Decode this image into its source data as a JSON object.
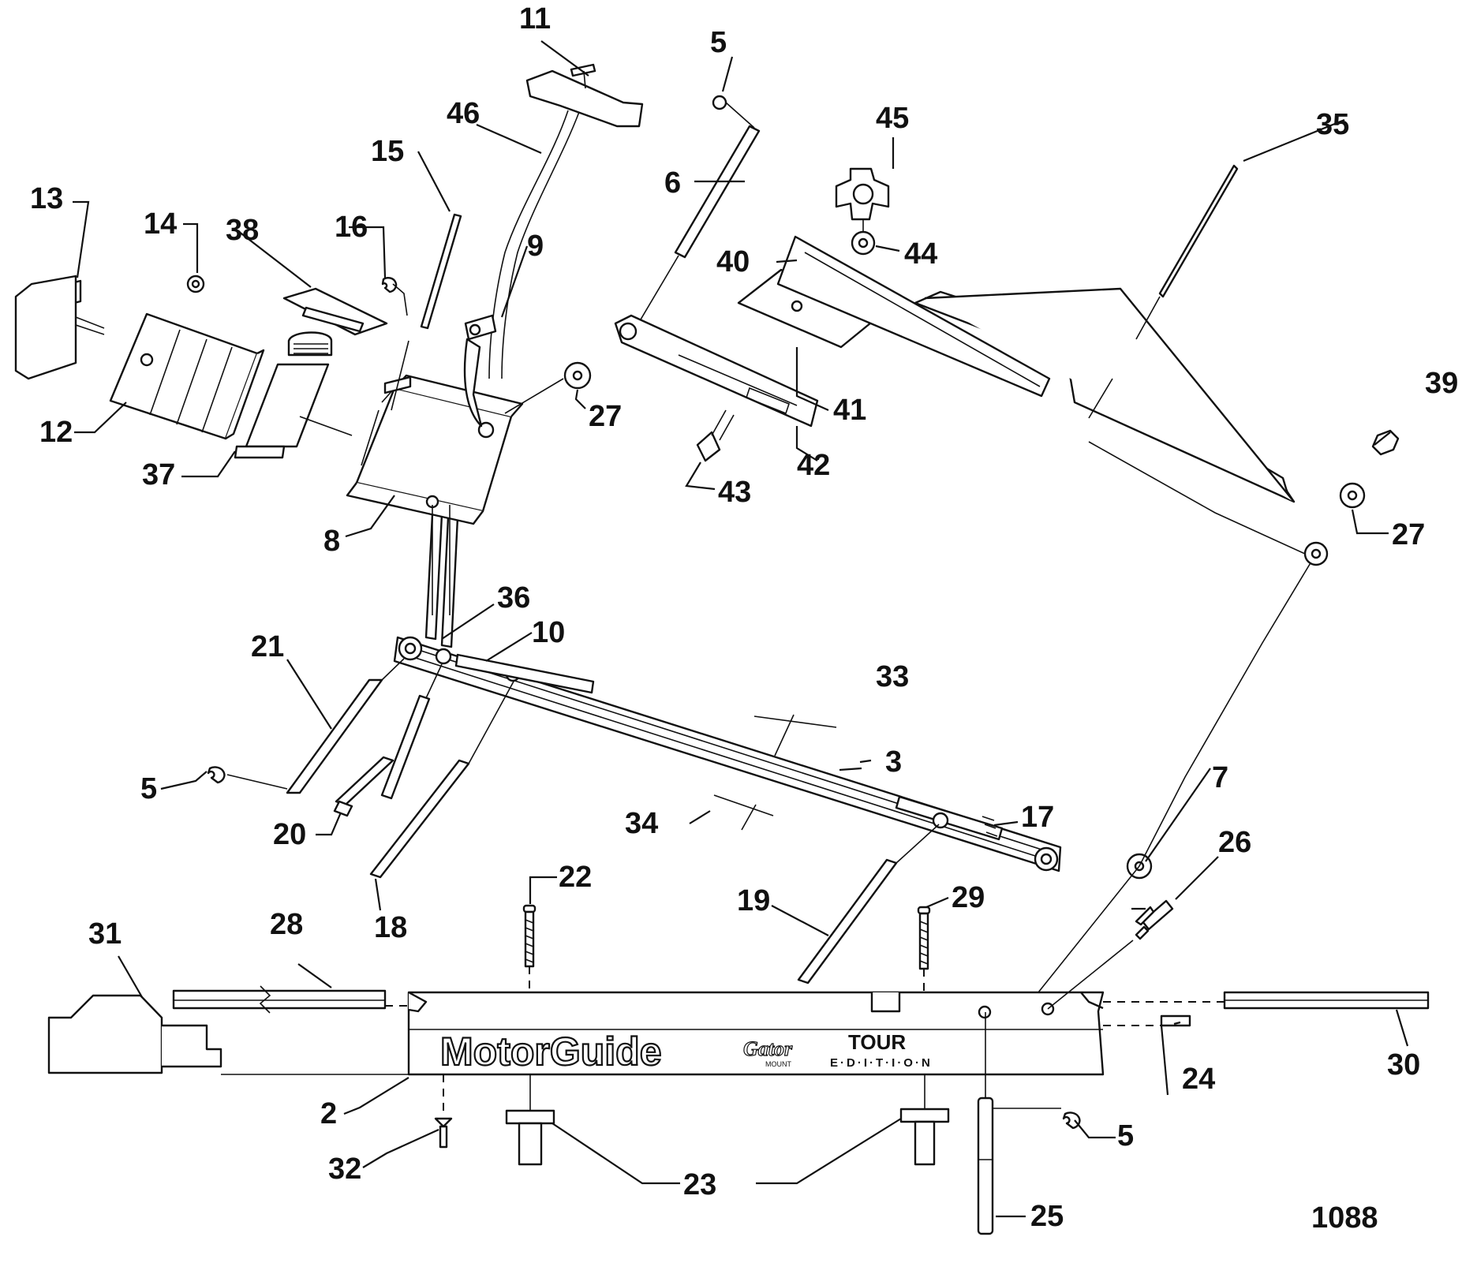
{
  "brand": {
    "name": "MotorGuide",
    "gator": "Gator",
    "mount": "MOUNT",
    "tour": "TOUR",
    "edition": "E·D·I·T·I·O·N"
  },
  "figure_number": "1088",
  "parts": {
    "p2": "2",
    "p3": "3",
    "p5a": "5",
    "p5b": "5",
    "p5c": "5",
    "p6": "6",
    "p7": "7",
    "p8": "8",
    "p9": "9",
    "p10": "10",
    "p11": "11",
    "p12": "12",
    "p13": "13",
    "p14": "14",
    "p15": "15",
    "p16": "16",
    "p17": "17",
    "p18": "18",
    "p19": "19",
    "p20": "20",
    "p21": "21",
    "p22": "22",
    "p23": "23",
    "p24": "24",
    "p25": "25",
    "p26": "26",
    "p27a": "27",
    "p27b": "27",
    "p28": "28",
    "p29": "29",
    "p30": "30",
    "p31": "31",
    "p32": "32",
    "p33": "33",
    "p34": "34",
    "p35": "35",
    "p36": "36",
    "p37": "37",
    "p38": "38",
    "p39": "39",
    "p40": "40",
    "p41": "41",
    "p42": "42",
    "p43": "43",
    "p44": "44",
    "p45": "45",
    "p46": "46"
  }
}
